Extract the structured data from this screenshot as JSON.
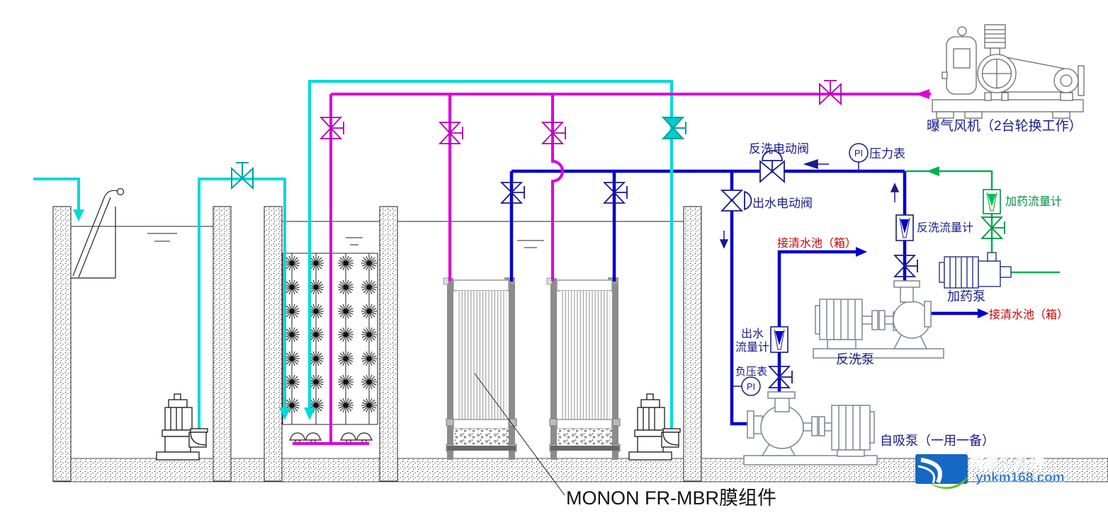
{
  "colors": {
    "raw_water_pipe": "#00d9d9",
    "air_pipe": "#dd00dd",
    "permeate_pipe": "#0000cc",
    "dosing_pipe": "#00b050",
    "label_navy": "#1a1a8c",
    "label_red": "#cc0000",
    "label_green": "#009040",
    "watermark_blue": "#1668c4",
    "watermark_green": "#66bf2a"
  },
  "labels": {
    "blower": "曝气风机（2台轮换工作）",
    "backwash_motor_valve": "反洗电动阀",
    "pressure_gauge": "压力表",
    "pi": "PI",
    "outlet_motor_valve": "出水电动阀",
    "to_clean_tank_permeate": "接清水池（箱）",
    "backwash_flowmeter": "反洗流量计",
    "dosing_flowmeter": "加药流量计",
    "dosing_pump": "加药泵",
    "to_clean_tank_backwash": "接清水池（箱）",
    "backwash_pump": "反洗泵",
    "outlet_flowmeter_line1": "出水",
    "outlet_flowmeter_line2": "流量计",
    "vacuum_gauge": "负压表",
    "self_priming_pump": "自吸泵（一用一备）",
    "membrane_module": "MONON FR-MBR膜组件",
    "watermark_name": "皓泉水处理",
    "watermark_url": "ynkm168.com"
  }
}
